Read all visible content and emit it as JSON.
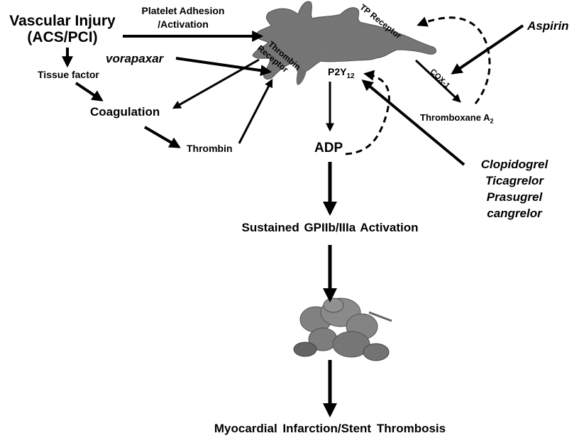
{
  "title": "Platelet activation pathways and antiplatelet drug targets",
  "nodes": {
    "vascular_injury": {
      "line1": "Vascular Injury",
      "line2": "(ACS/PCI)"
    },
    "platelet_adhesion": {
      "line1": "Platelet Adhesion",
      "line2": "/Activation"
    },
    "tissue_factor": "Tissue factor",
    "coagulation": "Coagulation",
    "thrombin": "Thrombin",
    "thrombin_receptor": {
      "line1": "Thrombin",
      "line2": "Receptor"
    },
    "tp_receptor": "TP Receptor",
    "p2y12": {
      "base": "P2Y",
      "sub": "12"
    },
    "cox1": "COX-1",
    "thromboxane": {
      "base": "Thromboxane A",
      "sub": "2"
    },
    "adp": "ADP",
    "gp": "Sustained GPIIb/IIIa Activation",
    "outcome": "Myocardial Infarction/Stent Thrombosis"
  },
  "drugs": {
    "vorapaxar": "vorapaxar",
    "aspirin": "Aspirin",
    "p2y12_inhibitors": [
      "Clopidogrel",
      "Ticagrelor",
      "Prasugrel",
      "cangrelor"
    ]
  },
  "images": {
    "platelet": "activated-platelet",
    "aggregate": "platelet-aggregate"
  },
  "colors": {
    "ink": "#000000",
    "platelet": "#7d7d7d",
    "aggregate": "#8a8a8a"
  }
}
